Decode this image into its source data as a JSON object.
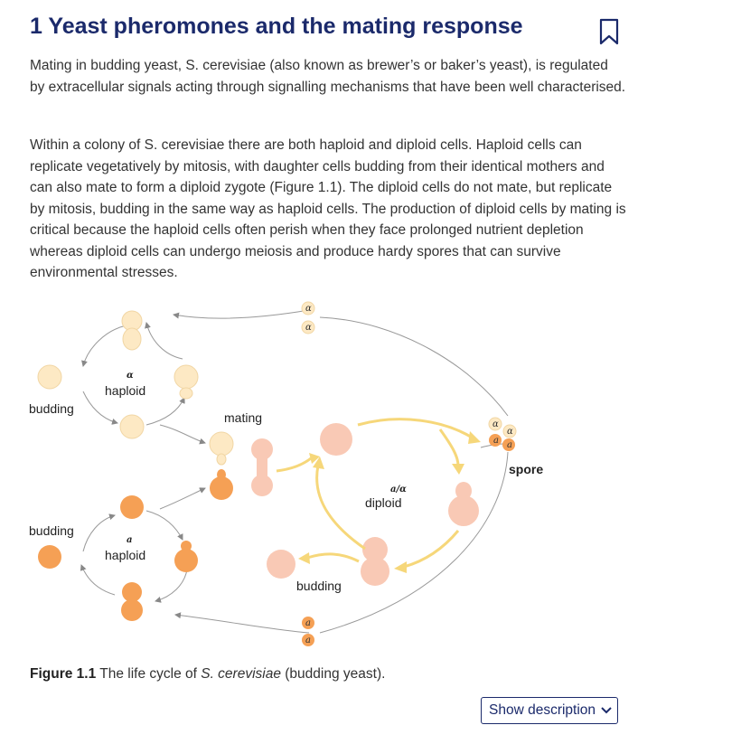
{
  "header": {
    "title": "1 Yeast pheromones and the mating response"
  },
  "content": {
    "paragraph1": "Mating in budding yeast, S. cerevisiae (also known as brewer’s or baker’s yeast), is regulated by extracellular signals acting through signalling mechanisms that have been well characterised.",
    "paragraph2": "Within a colony of S. cerevisiae there are both haploid and diploid cells. Haploid cells can replicate vegetatively by mitosis, with daughter cells budding from their identical mothers and can also mate to form a diploid zygote (Figure 1.1). The diploid cells do not mate, but replicate by mitosis, budding in the same way as haploid cells. The production of diploid cells by mating is critical because the haploid cells often perish when they face prolonged nutrient depletion whereas diploid cells can undergo meiosis and produce hardy spores that can survive environmental stresses."
  },
  "figure": {
    "labels": {
      "alpha_symbol": "α",
      "a_symbol": "a",
      "haploid": "haploid",
      "budding": "budding",
      "mating": "mating",
      "diploid_type": "a/α",
      "diploid": "diploid",
      "spore": "spore"
    },
    "colors": {
      "alpha_cell": "#fde9c4",
      "a_cell": "#f5a055",
      "diploid_cell": "#f9c9b5",
      "arrow_yellow": "#f6d77a",
      "line": "#999999"
    }
  },
  "caption": {
    "label": "Figure 1.1",
    "text_pre": " The life cycle of ",
    "text_italic": "S. cerevisiae",
    "text_post": " (budding yeast)."
  },
  "controls": {
    "show_description": "Show description"
  },
  "icons": {
    "bookmark": "bookmark-icon",
    "chevron": "chevron-down-icon"
  }
}
